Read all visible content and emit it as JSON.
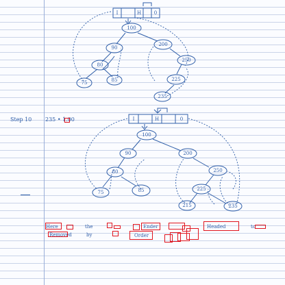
{
  "top": {
    "array": [
      "I",
      "",
      "H",
      "",
      "0"
    ],
    "nodes": [
      "100",
      "90",
      "200",
      "80",
      "250",
      "75",
      "85",
      "225",
      "235"
    ]
  },
  "step": {
    "label": "Step 10",
    "op": "235 • 1.00",
    "array": [
      "I",
      "",
      "H",
      "",
      "0"
    ],
    "nodes": [
      "100",
      "90",
      "200",
      "80",
      "250",
      "75",
      "85",
      "225",
      "215",
      "235"
    ]
  },
  "footer": {
    "line1": {
      "w1": "Here",
      "w2": "the",
      "w3": "Ender",
      "w4": "Headed",
      "w5": "to"
    },
    "line2": {
      "w1": "Removed",
      "w2": "by",
      "w3": "Order"
    }
  }
}
